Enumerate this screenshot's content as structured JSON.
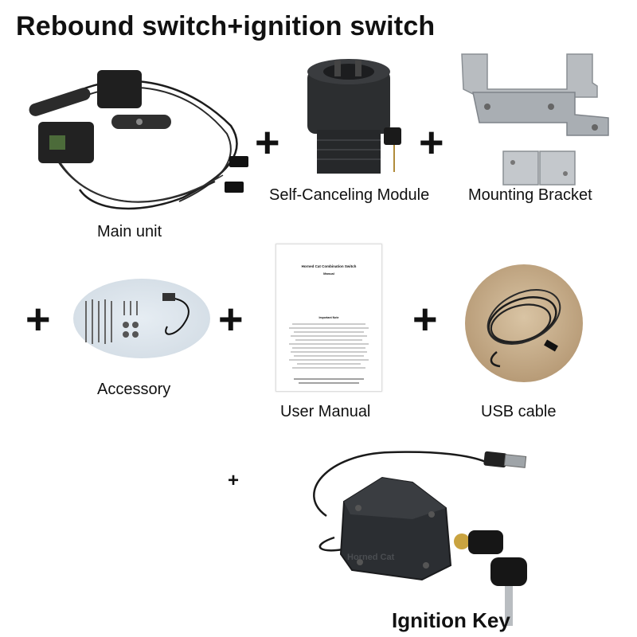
{
  "title": "Rebound switch+ignition switch",
  "labels": {
    "main_unit": "Main unit",
    "self_canceling": "Self-Canceling Module",
    "mounting_bracket": "Mounting Bracket",
    "accessory": "Accessory",
    "user_manual": "User Manual",
    "usb_cable": "USB cable",
    "ignition_key": "Ignition Key"
  },
  "plus": "+",
  "manual": {
    "title": "Horned Cat Combination Switch",
    "subtitle": "Manual",
    "note": "Important Note"
  },
  "key_case_text": "Horned Cat",
  "colors": {
    "background": "#ffffff",
    "text": "#111111",
    "device_dark": "#2a2d31",
    "bracket_metal": "#b8bcc0"
  }
}
